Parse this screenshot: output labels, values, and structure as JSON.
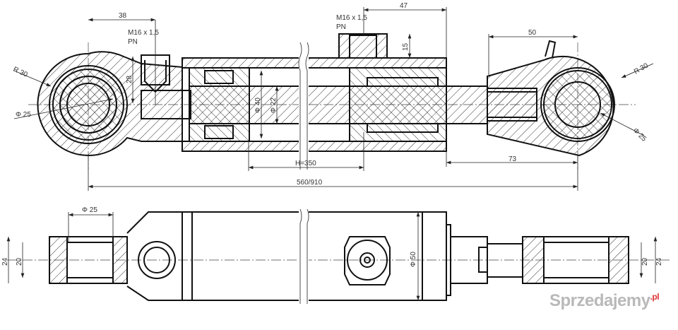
{
  "drawing": {
    "top_view": {
      "dim_eye_to_port": "38",
      "port_left_thread": "M16 x 1,5",
      "port_left_label": "PN",
      "eye_left_radius": "R 30",
      "port_left_height": "28",
      "eye_left_bore": "Φ 25",
      "piston_diameter": "Φ 40",
      "rod_diameter": "Φ 22",
      "port_right_thread": "M16 x 1,5",
      "port_right_label": "PN",
      "dim_port_to_end": "47",
      "port_right_height": "15",
      "dim_clevis": "50",
      "eye_right_radius": "R 30",
      "eye_right_bore": "Φ 25",
      "dim_end_to_eye": "73",
      "stroke": "H=350",
      "overall_length": "560/910"
    },
    "bottom_view": {
      "pin_diameter": "Φ 25",
      "left_outer_width": "24",
      "left_inner_width": "20",
      "tube_diameter": "Φ 50",
      "right_inner_width": "20",
      "right_outer_width": "24"
    }
  },
  "watermark": {
    "text": "Sprzedajemy",
    "suffix": ".pl",
    "color": "#b9b9b9",
    "accent": "#dd3333"
  }
}
